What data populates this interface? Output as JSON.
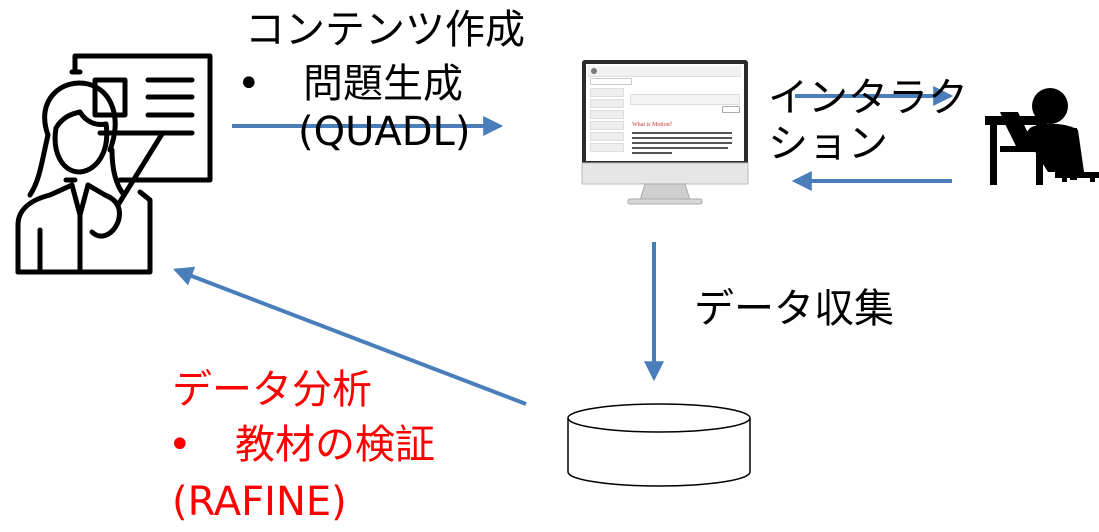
{
  "labels": {
    "content_creation_title": "コンテンツ作成",
    "content_creation_bullet": "•",
    "content_creation_item": "問題生成",
    "content_creation_tool": "(QUADL)",
    "interaction_line1": "インタラク",
    "interaction_line2": "ション",
    "data_collection": "データ収集",
    "data_analysis_title": "データ分析",
    "data_analysis_bullet": "•",
    "data_analysis_item": "教材の検証",
    "data_analysis_tool": "(RAFINE)"
  },
  "screen": {
    "heading": "What is Motion?"
  },
  "colors": {
    "arrow": "#4a7ebb",
    "analysis_text": "#ff0000",
    "line_art": "#000000"
  },
  "icons": {
    "teacher": "teacher-presenting-icon",
    "computer": "desktop-computer-icon",
    "learner": "person-at-laptop-icon",
    "database": "database-cylinder-icon"
  }
}
